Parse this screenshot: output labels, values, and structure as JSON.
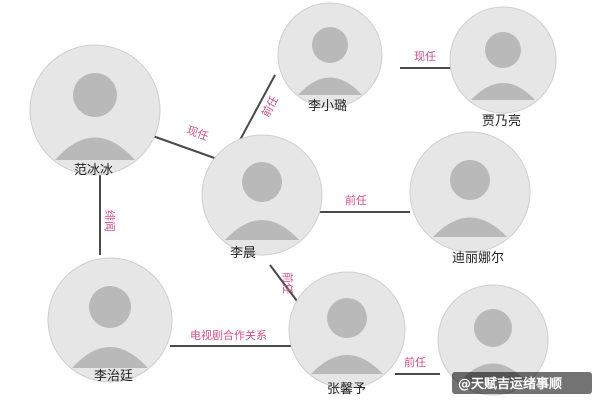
{
  "nodes": [
    {
      "id": "fan",
      "name": "范冰冰"
    },
    {
      "id": "li_xiaolu",
      "name": "李小璐"
    },
    {
      "id": "jia_nailiang",
      "name": "贾乃亮"
    },
    {
      "id": "li_chen",
      "name": "李晨"
    },
    {
      "id": "dilireba",
      "name": "迪丽娜尔"
    },
    {
      "id": "li_zhiting",
      "name": "李治廷"
    },
    {
      "id": "zhang_xinyu",
      "name": "张馨予"
    },
    {
      "id": "man_br",
      "name": ""
    }
  ],
  "edges": [
    {
      "from": "fan",
      "to": "li_chen",
      "label": "现任"
    },
    {
      "from": "li_chen",
      "to": "li_xiaolu",
      "label": "前任"
    },
    {
      "from": "li_xiaolu",
      "to": "jia_nailiang",
      "label": "现任"
    },
    {
      "from": "li_chen",
      "to": "dilireba",
      "label": "前任"
    },
    {
      "from": "fan",
      "to": "li_zhiting",
      "label": "绯闻"
    },
    {
      "from": "li_chen",
      "to": "zhang_xinyu",
      "label": "前任"
    },
    {
      "from": "li_zhiting",
      "to": "zhang_xinyu",
      "label": "电视剧合作关系"
    },
    {
      "from": "zhang_xinyu",
      "to": "man_br",
      "label": "前任"
    }
  ],
  "watermark": "@天赋吉运绪事顺"
}
